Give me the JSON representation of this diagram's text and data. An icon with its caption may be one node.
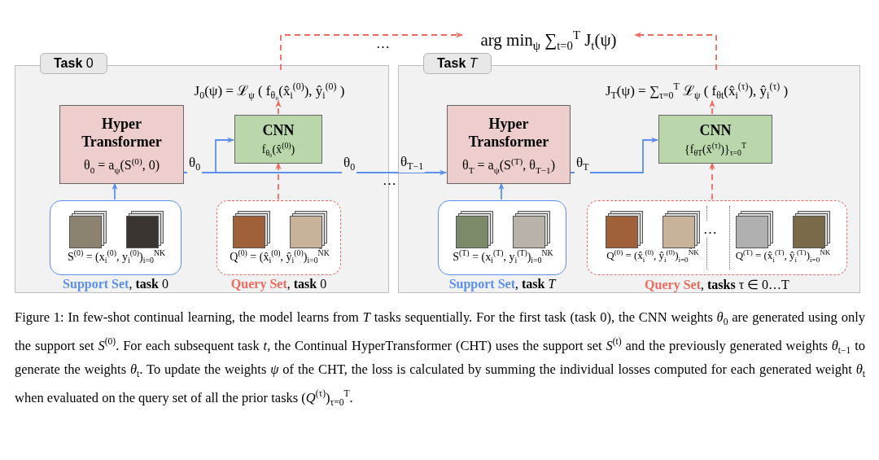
{
  "diagram": {
    "caption": "Figure 1: In few-shot continual learning, the model learns from *T* tasks sequentially. For the first task (task 0), the CNN weights *θ*$_{0}$ are generated using only the support set *S*$^{(0)}$. For each subsequent task *t*, the Continual HyperTransformer (CHT) uses the support set *S*$^{(t)}$ and the previously generated weights *θ*$_{t−1}$ to generate the weights *θ*$_{t}$. To update the weights *ψ* of the CHT, the loss is calculated by summing the individual losses computed for each generated weight *θ*$_{t}$ when evaluated on the query set of all the prior tasks (*Q*$^{(τ)}$)$_{τ=0}$$^{T}$.",
    "nodes": [
      {
        "text": [
          "**Task** 0"
        ]
      },
      {
        "text": [
          "J$_{0}$(ψ) = ℒ$_{ψ}$ ( f$_{θ₀}$(x̂$_{i}$$^{(0)}$), ŷ$_{i}$$^{(0)}$ )"
        ],
        "in": 0
      },
      {
        "text": [
          "Hyper Transformer",
          "θ$_{0}$ = a$_{ψ}$(S$^{(0)}$, 0)"
        ],
        "in": 0
      },
      {
        "text": [
          "CNN",
          "f$_{θ₀}$(x̂$^{(0)}$)"
        ],
        "in": 0
      },
      {
        "text": [
          "S$^{(0)}$ = (x$_{i}$$^{(0)}$, y$_{i}$$^{(0)}$)$_{i=0}$$^{NK}$"
        ],
        "in": 0,
        "beside": [
          "Support Set",
          ", **task** 0"
        ]
      },
      {
        "text": [
          "Q$^{(0)}$ = (x̂$_{i}$$^{(0)}$, ŷ$_{i}$$^{(0)}$)$_{i=0}$$^{N̂K}$"
        ],
        "in": 0,
        "beside": [
          "Query Set",
          ", **task** 0"
        ]
      },
      {
        "text": [
          "arg min$_{ψ}$ ∑$_{t=0}$$^{T}$ J$_{t}$(ψ)"
        ]
      },
      {
        "text": [
          "**Task** *T*"
        ]
      },
      {
        "text": [
          "J$_{T}$(ψ) = ∑$_{τ=0}$$^{T}$ ℒ$_{ψ}$ ( f$_{θt}$(x̂$_{i}$$^{(τ)}$), ŷ$_{i}$$^{(τ)}$ )"
        ],
        "in": 7
      },
      {
        "text": [
          "Hyper Transformer",
          "θ$_{T}$ = a$_{ψ}$(S$^{(T)}$, θ$_{T−1}$)"
        ],
        "in": 7
      },
      {
        "text": [
          "CNN",
          "{f$_{θT}$(x̂$^{(τ)}$)}$_{τ=0}$$^{T}$"
        ],
        "in": 7
      },
      {
        "text": [
          "S$^{(T)}$ = (x$_{i}$$^{(T)}$, y$_{i}$$^{(T)}$)$_{i=0}$$^{NK}$"
        ],
        "in": 7,
        "beside": [
          "Support Set",
          ", **task** *T*"
        ]
      },
      {
        "text": [
          "Q$^{(0)}$ = (x̂$_{i}$$^{(0)}$, ŷ$_{i}$$^{(0)}$)$_{i=0}$$^{N̂K}$",
          "Q$^{(T)}$ = (x̂$_{i}$$^{(T)}$, ŷ$_{i}$$^{(T)}$)$_{i=0}$$^{N̂K}$"
        ],
        "in": 7,
        "beside": [
          "Query Set",
          ", **tasks** τ ∈ 0…T"
        ]
      }
    ],
    "edges": [
      {
        "from": 4,
        "to": 2,
        "arrow": "to",
        "color": "#5b8ff0"
      },
      {
        "from": 2,
        "to": 3,
        "arrow": "to",
        "label": "θ$_{0}$",
        "color": "#5b8ff0"
      },
      {
        "from": 2,
        "to": 9,
        "arrow": "to",
        "label": "θ$_{0}$",
        "color": "#5b8ff0"
      },
      {
        "from": 5,
        "to": 3,
        "arrow": "to",
        "style": "dashed"
      },
      {
        "from": 3,
        "to": 1,
        "arrow": "to",
        "style": "dashed"
      },
      {
        "from": 1,
        "to": 6,
        "arrow": "to",
        "style": "dashed"
      },
      {
        "from": 11,
        "to": 9,
        "arrow": "to",
        "color": "#5b8ff0"
      },
      {
        "from": 9,
        "to": 10,
        "arrow": "to",
        "label": "θ$_{T}$",
        "color": "#5b8ff0"
      },
      {
        "from": 12,
        "to": 10,
        "arrow": "to",
        "style": "dashed"
      },
      {
        "from": 10,
        "to": 8,
        "arrow": "to",
        "style": "dashed"
      },
      {
        "from": 8,
        "to": 6,
        "arrow": "to",
        "style": "dashed"
      }
    ],
    "labels": [
      "…",
      "…",
      "θ$_{T−1}$",
      "…"
    ]
  }
}
